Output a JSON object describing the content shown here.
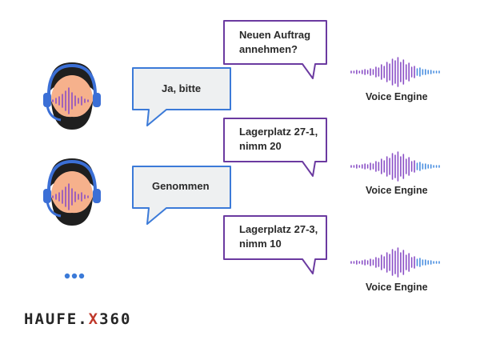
{
  "colors": {
    "wave_purple": "#8a4fc6",
    "wave_blue": "#4a8fe0",
    "worker_bubble_fill": "#eef0f1",
    "worker_bubble_stroke": "#3b7ad8",
    "engine_bubble_stroke": "#6b3aa0",
    "headset": "#3b6fd6",
    "dots": "#3b7ad8"
  },
  "conversation": {
    "engine_msg_1": "Neuen Auftrag\nannehmen?",
    "worker_msg_1": "Ja, bitte",
    "engine_msg_2": "Lagerplatz 27-1,\nnimm 20",
    "worker_msg_2": "Genommen",
    "engine_msg_3": "Lagerplatz 27-3,\nnimm 10"
  },
  "engine": {
    "label_1": "Voice Engine",
    "label_2": "Voice Engine",
    "label_3": "Voice Engine"
  },
  "icons": {
    "worker": "worker-headset-icon",
    "waveform": "voice-waveform-icon",
    "more": "ellipsis-icon"
  },
  "brand": {
    "logo_main": "HAUFE.",
    "logo_x": "X",
    "logo_num": "360"
  }
}
